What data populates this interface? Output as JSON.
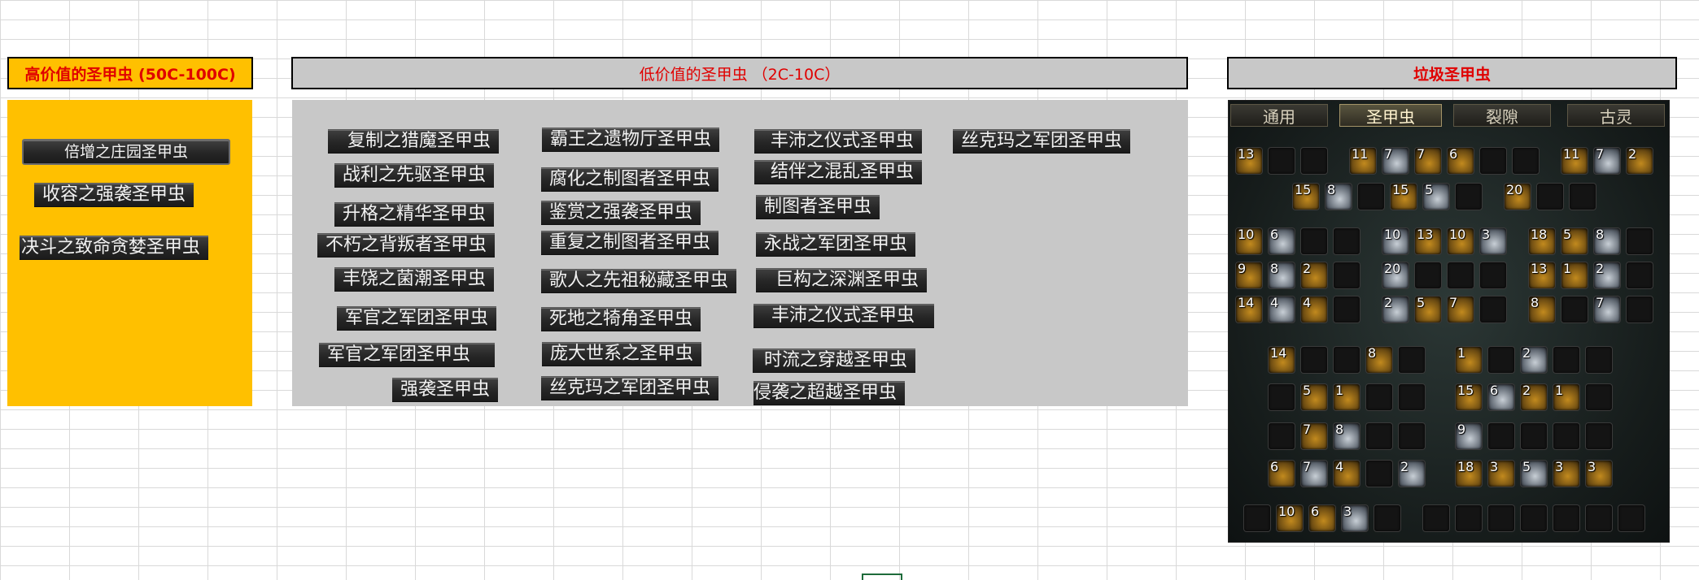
{
  "high_value": {
    "header": "高价值的圣甲虫 (50C-100C)",
    "items": [
      "倍增之庄园圣甲虫",
      "收容之强袭圣甲虫",
      "决斗之致命贪婪圣甲虫"
    ]
  },
  "low_value": {
    "header": "低价值的圣甲虫 （2C-10C）",
    "col1": [
      "复制之猎魔圣甲虫",
      "战利之先驱圣甲虫",
      "升格之精华圣甲虫",
      "不朽之背叛者圣甲虫",
      "丰饶之菌潮圣甲虫",
      "军官之军团圣甲虫",
      "军官之军团圣甲虫",
      "强袭圣甲虫"
    ],
    "col2": [
      "霸王之遗物厅圣甲虫",
      "腐化之制图者圣甲虫",
      "鉴赏之强袭圣甲虫",
      "重复之制图者圣甲虫",
      "歌人之先祖秘藏圣甲虫",
      "死地之犄角圣甲虫",
      "庞大世系之圣甲虫",
      "丝克玛之军团圣甲虫"
    ],
    "col3": [
      "丰沛之仪式圣甲虫",
      "结伴之混乱圣甲虫",
      "制图者圣甲虫",
      "永战之军团圣甲虫",
      "巨构之深渊圣甲虫",
      "丰沛之仪式圣甲虫",
      "时流之穿越圣甲虫",
      "侵袭之超越圣甲虫"
    ],
    "col4": [
      "丝克玛之军团圣甲虫"
    ]
  },
  "junk": {
    "header": "垃圾圣甲虫",
    "tabs": [
      "通用",
      "圣甲虫",
      "裂隙",
      "古灵"
    ],
    "active_tab": "圣甲虫",
    "counts": [
      "13",
      "11",
      "7",
      "7",
      "6",
      "11",
      "7",
      "2",
      "15",
      "8",
      "15",
      "5",
      "20",
      "10",
      "6",
      "10",
      "13",
      "10",
      "3",
      "18",
      "5",
      "8",
      "9",
      "8",
      "2",
      "20",
      "13",
      "1",
      "2",
      "14",
      "4",
      "4",
      "2",
      "5",
      "7",
      "8",
      "7",
      "14",
      "8",
      "1",
      "2",
      "5",
      "1",
      "15",
      "6",
      "2",
      "1",
      "7",
      "8",
      "9",
      "6",
      "7",
      "4",
      "2",
      "18",
      "3",
      "5",
      "3",
      "3",
      "10",
      "6",
      "3"
    ]
  },
  "colors": {
    "high_bg": "#ffc000",
    "header_red": "#ff0000",
    "low_bg": "#c8c8c8",
    "tag_text": "#f2f2f2"
  }
}
